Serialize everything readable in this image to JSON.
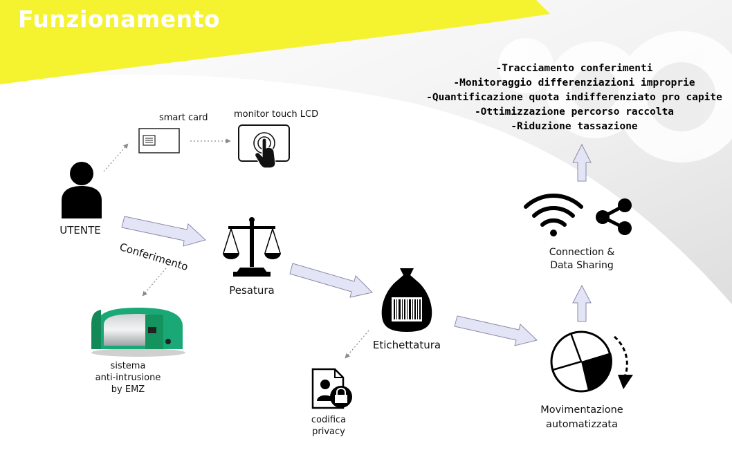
{
  "title": "Funzionamento",
  "labels": {
    "smart_card": "smart card",
    "monitor": "monitor touch LCD",
    "utente": "UTENTE",
    "conferimento": "Conferimento",
    "pesatura": "Pesatura",
    "sistema_line1": "sistema",
    "sistema_line2": "anti-intrusione",
    "sistema_line3": "by EMZ",
    "etichettatura": "Etichettatura",
    "codifica_line1": "codifica",
    "codifica_line2": "privacy",
    "connection_line1": "Connection &",
    "connection_line2": "Data Sharing",
    "movimentazione_line1": "Movimentazione",
    "movimentazione_line2": "automatizzata"
  },
  "benefits": [
    "-Tracciamento conferimenti",
    "-Monitoraggio differenziazioni improprie",
    "-Quantificazione quota indifferenziato pro capite",
    "-Ottimizzazione percorso raccolta",
    "-Riduzione tassazione"
  ],
  "colors": {
    "banner": "#f5f230",
    "arrow_fill": "#e4e4f7",
    "arrow_stroke": "#8a8aa8",
    "device_green": "#1aa877"
  },
  "icons": [
    "person-icon",
    "smart-card-icon",
    "touch-monitor-icon",
    "scale-icon",
    "barcode-bag-icon",
    "privacy-document-icon",
    "wifi-icon",
    "share-icon",
    "rotation-wheel-icon",
    "bin-device-icon"
  ]
}
